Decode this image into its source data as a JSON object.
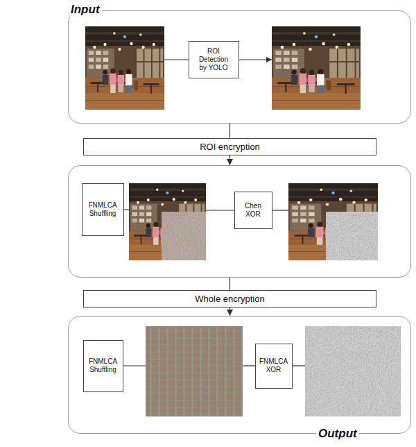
{
  "diagram": {
    "nodes": [
      {
        "text": [
          "Input"
        ]
      },
      {
        "text": [
          "ROI Detection by YOLO"
        ],
        "in": 0
      },
      {
        "text": [
          "ROI encryption"
        ]
      },
      {
        "text": []
      },
      {
        "text": [
          "FNMLCA Shuffling"
        ],
        "in": 3
      },
      {
        "text": [
          "Chen XOR"
        ],
        "in": 3
      },
      {
        "text": [
          "Whole encryption"
        ]
      },
      {
        "text": [
          "Output"
        ]
      },
      {
        "text": [
          "FNMLCA Shuffling"
        ],
        "in": 7
      },
      {
        "text": [
          "FNMLCA XOR"
        ],
        "in": 7
      }
    ],
    "edges": [
      {
        "from": 0,
        "to": 2,
        "arrow": "none"
      },
      {
        "from": 2,
        "to": 3,
        "arrow": "to"
      },
      {
        "from": 3,
        "to": 6,
        "arrow": "none"
      },
      {
        "from": 6,
        "to": 7,
        "arrow": "to"
      }
    ]
  }
}
